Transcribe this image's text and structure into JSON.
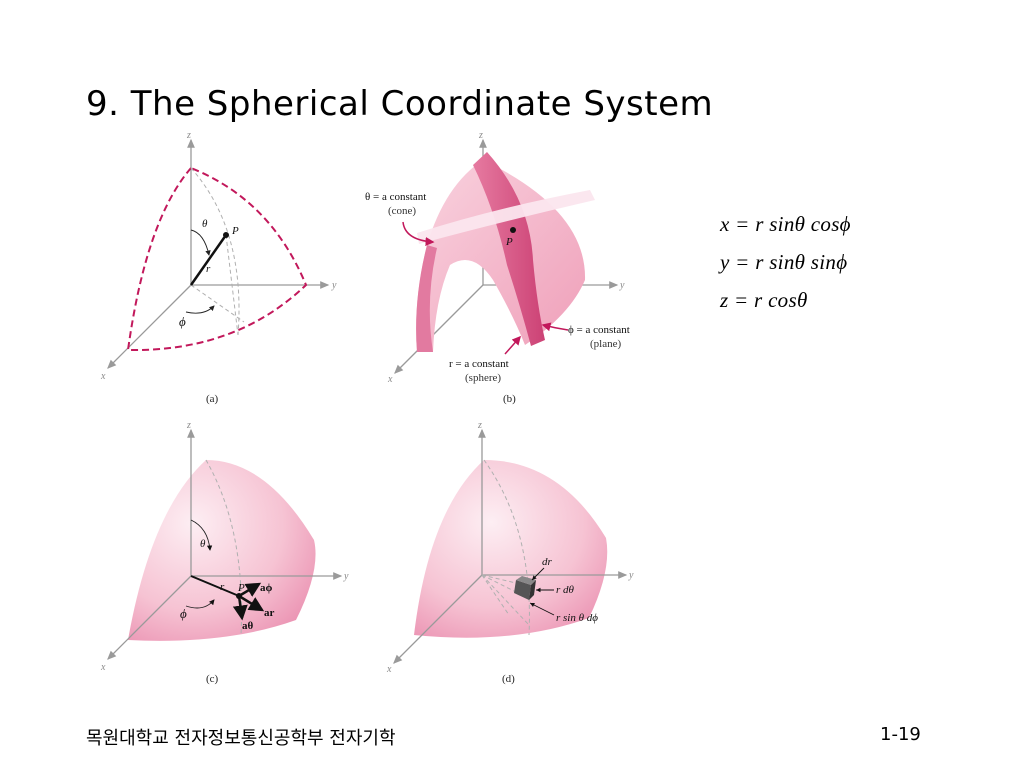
{
  "slide": {
    "title": "9.  The Spherical Coordinate System",
    "footer_left": "목원대학교 전자정보통신공학부 전자기학",
    "footer_right": "1-19"
  },
  "equations": [
    "x = r sinθ cosϕ",
    "y = r sinθ sinϕ",
    "z = r cosθ"
  ],
  "figures": {
    "a": {
      "caption": "(a)",
      "axis_x": "x",
      "axis_y": "y",
      "axis_z": "z",
      "theta": "θ",
      "phi": "ϕ",
      "point": "P",
      "radius": "r"
    },
    "b": {
      "caption": "(b)",
      "axis_x": "x",
      "axis_y": "y",
      "axis_z": "z",
      "point": "P",
      "cone_label_1": "θ = a constant",
      "cone_label_2": "(cone)",
      "plane_label_1": "ϕ = a constant",
      "plane_label_2": "(plane)",
      "sphere_label_1": "r = a constant",
      "sphere_label_2": "(sphere)"
    },
    "c": {
      "caption": "(c)",
      "axis_x": "x",
      "axis_y": "y",
      "axis_z": "z",
      "theta": "θ",
      "phi": "ϕ",
      "point": "P",
      "radius": "r",
      "a_phi": "aϕ",
      "a_r": "ar",
      "a_theta": "aθ"
    },
    "d": {
      "caption": "(d)",
      "axis_x": "x",
      "axis_y": "y",
      "axis_z": "z",
      "dr": "dr",
      "r_dtheta": "r dθ",
      "r_sin_dphi": "r sin θ dϕ"
    }
  },
  "colors": {
    "dashed_boundary": "#c2185b",
    "surface_light": "#fbe3ea",
    "surface_mid": "#f3b3c6",
    "surface_dark": "#d44c7c"
  }
}
